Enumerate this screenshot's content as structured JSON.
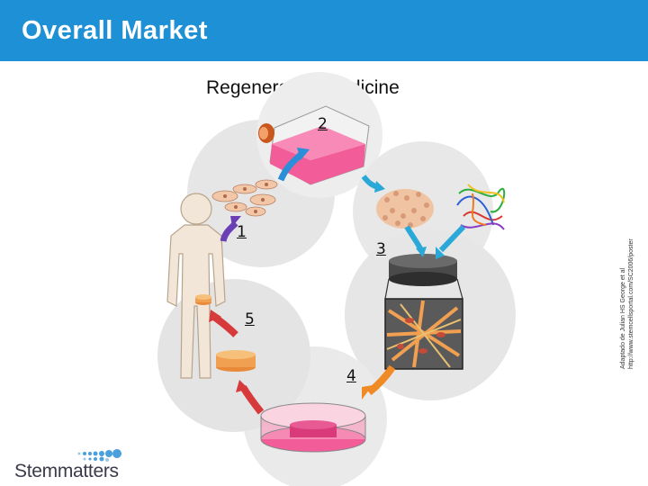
{
  "header": {
    "title": "Overall Market"
  },
  "slide": {
    "subtitle": "Regenerative Medicine"
  },
  "diagram": {
    "steps": [
      "1",
      "2",
      "3",
      "4",
      "5"
    ]
  },
  "credit": {
    "line1": "Adaptado de Julian HS George et al",
    "line2": "http://www.stemcellsportal.com/SC2006/poster"
  },
  "brand": {
    "logo_text": "Stemmatters"
  },
  "colors": {
    "header_bg": "#1e90d6",
    "arrow_blue": "#2a8fd8",
    "arrow_purple": "#6a3fb5",
    "arrow_red": "#d63a3a",
    "arrow_orange": "#f08a24",
    "tissue_pink": "#f25c98"
  }
}
